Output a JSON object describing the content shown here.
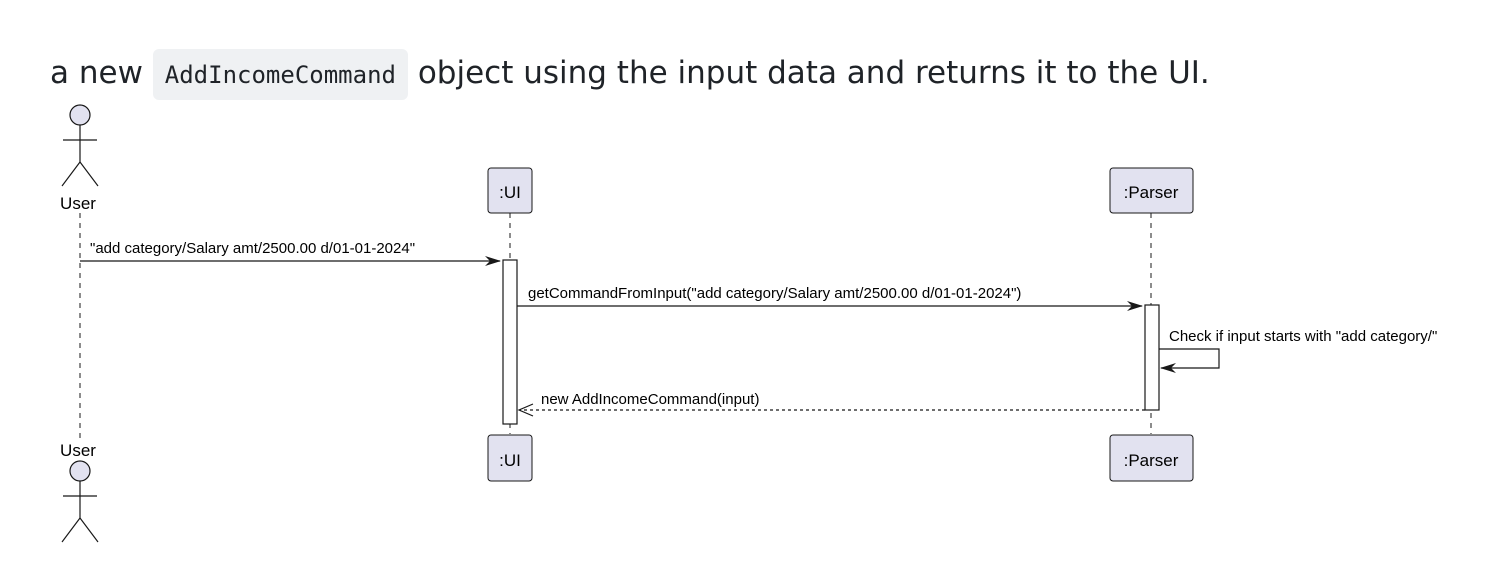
{
  "paragraph": {
    "prefix": "a new ",
    "code": "AddIncomeCommand",
    "suffix": " object using the input data and returns it to the UI."
  },
  "diagram": {
    "actor": "User",
    "participants": {
      "ui": ":UI",
      "parser": ":Parser"
    },
    "messages": {
      "user_to_ui": "\"add category/Salary amt/2500.00 d/01-01-2024\"",
      "ui_to_parser": "getCommandFromInput(\"add category/Salary amt/2500.00 d/01-01-2024\")",
      "self_check": "Check if input starts with \"add category/\"",
      "return": "new AddIncomeCommand(input)"
    },
    "colors": {
      "participant_fill": "#e2e2f0",
      "participant_stroke": "#181818",
      "actor_fill": "#e2e2f0"
    }
  }
}
